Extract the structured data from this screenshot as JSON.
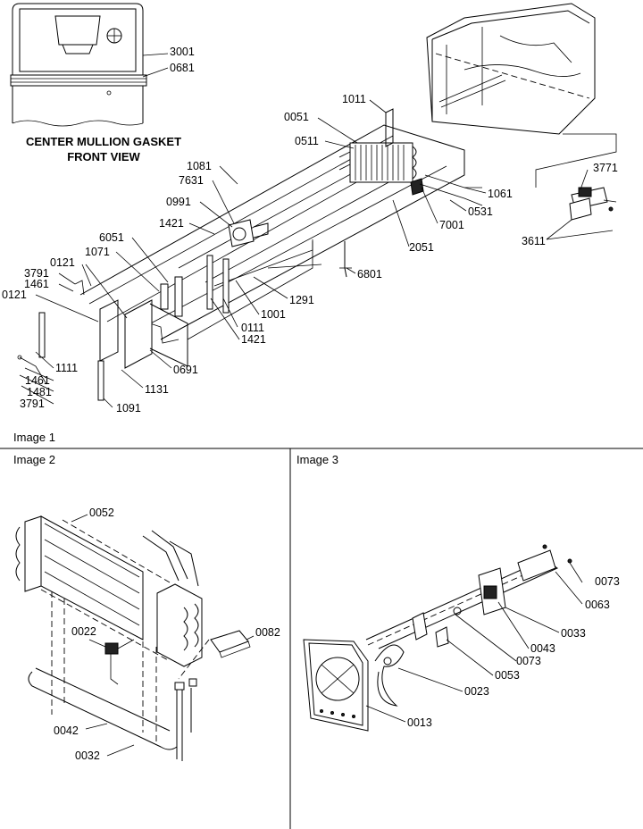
{
  "caption": {
    "line1": "CENTER MULLION GASKET",
    "line2": "FRONT VIEW"
  },
  "panels": {
    "image1": "Image 1",
    "image2": "Image 2",
    "image3": "Image 3"
  },
  "image1_labels": {
    "p3001": "3001",
    "p0681": "0681",
    "p1011": "1011",
    "p0051": "0051",
    "p0511": "0511",
    "p1081": "1081",
    "p7631": "7631",
    "p0991": "0991",
    "p1421a": "1421",
    "p6051": "6051",
    "p1071": "1071",
    "p0121a": "0121",
    "p3791a": "3791",
    "p1461a": "1461",
    "p0121b": "0121",
    "p1111": "1111",
    "p1461b": "1461",
    "p1481": "1481",
    "p3791b": "3791",
    "p1091": "1091",
    "p1131": "1131",
    "p0691": "0691",
    "p0111": "0111",
    "p1421b": "1421",
    "p1001": "1001",
    "p1291": "1291",
    "p6801": "6801",
    "p2051": "2051",
    "p7001": "7001",
    "p1061": "1061",
    "p0531": "0531",
    "p3771": "3771",
    "p3611": "3611"
  },
  "image2_labels": {
    "p0052": "0052",
    "p0022": "0022",
    "p0082": "0082",
    "p0042": "0042",
    "p0032": "0032"
  },
  "image3_labels": {
    "p0073a": "0073",
    "p0063": "0063",
    "p0033": "0033",
    "p0043": "0043",
    "p0073b": "0073",
    "p0053": "0053",
    "p0023": "0023",
    "p0013": "0013"
  }
}
